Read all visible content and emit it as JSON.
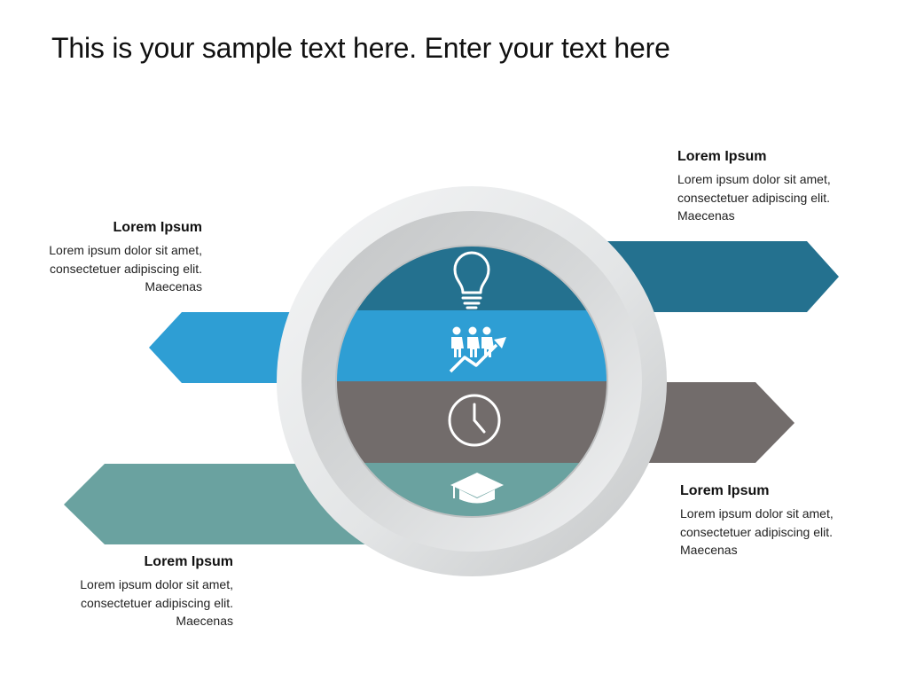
{
  "title": "This is your sample text here. Enter your text here",
  "colors": {
    "band_1": "#24718F",
    "band_2": "#2E9ED4",
    "band_3": "#726C6B",
    "band_4": "#6AA2A0",
    "ring_light": "#ECEEEF",
    "ring_shade": "#C9CACB"
  },
  "items": [
    {
      "heading": "Lorem Ipsum",
      "body": "Lorem ipsum dolor sit amet, consectetuer adipiscing elit. Maecenas",
      "icon": "lightbulb-icon",
      "direction": "right"
    },
    {
      "heading": "Lorem Ipsum",
      "body": "Lorem ipsum dolor sit amet, consectetuer adipiscing elit. Maecenas",
      "icon": "team-growth-icon",
      "direction": "left"
    },
    {
      "heading": "Lorem Ipsum",
      "body": "Lorem ipsum dolor sit amet, consectetuer adipiscing elit. Maecenas",
      "icon": "clock-icon",
      "direction": "right"
    },
    {
      "heading": "Lorem Ipsum",
      "body": "Lorem ipsum dolor sit amet, consectetuer adipiscing elit. Maecenas",
      "icon": "graduation-cap-icon",
      "direction": "left"
    }
  ]
}
